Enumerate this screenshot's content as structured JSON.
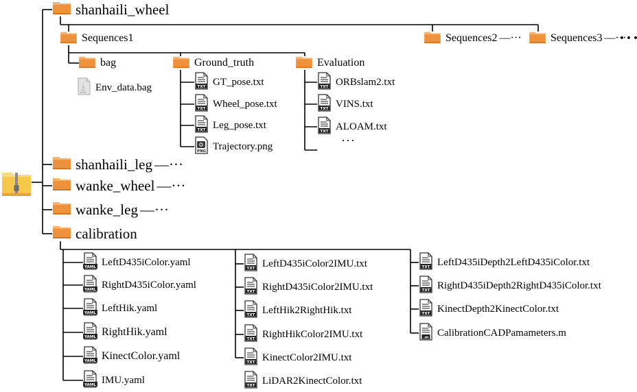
{
  "tree": {
    "root_icon": "zip-folder-icon",
    "top": [
      {
        "label": "shanhaili_wheel",
        "icon": "folder-icon"
      },
      {
        "label": "shanhaili_leg",
        "icon": "folder-icon",
        "trail": "—···"
      },
      {
        "label": "wanke_wheel",
        "icon": "folder-icon",
        "trail": "—···"
      },
      {
        "label": "wanke_leg",
        "icon": "folder-icon",
        "trail": "—···"
      },
      {
        "label": "calibration",
        "icon": "folder-icon"
      }
    ],
    "sequences": [
      {
        "label": "Sequences1",
        "icon": "folder-icon"
      },
      {
        "label": "Sequences2",
        "icon": "folder-icon",
        "trail": "—···"
      },
      {
        "label": "Sequences3",
        "icon": "folder-icon",
        "trail": "—···"
      }
    ],
    "sequences_more": "···",
    "seq1_children": [
      {
        "label": "bag",
        "icon": "folder-icon"
      },
      {
        "label": "Ground_truth",
        "icon": "folder-icon"
      },
      {
        "label": "Evaluation",
        "icon": "folder-icon"
      }
    ],
    "bag_files": [
      {
        "label": "Env_data.bag",
        "icon": "binary-file-icon"
      }
    ],
    "ground_truth_files": [
      {
        "label": "GT_pose.txt",
        "icon": "txt-file-icon",
        "badge": "TXT"
      },
      {
        "label": "Wheel_pose.txt",
        "icon": "txt-file-icon",
        "badge": "TXT"
      },
      {
        "label": "Leg_pose.txt",
        "icon": "txt-file-icon",
        "badge": "TXT"
      },
      {
        "label": "Trajectory.png",
        "icon": "png-file-icon",
        "badge": "PNG"
      }
    ],
    "evaluation_files": [
      {
        "label": "ORBslam2.txt",
        "icon": "txt-file-icon",
        "badge": "TXT"
      },
      {
        "label": "VINS.txt",
        "icon": "txt-file-icon",
        "badge": "TXT"
      },
      {
        "label": "ALOAM.txt",
        "icon": "txt-file-icon",
        "badge": "TXT"
      }
    ],
    "evaluation_more": "···",
    "calibration_col1": [
      {
        "label": "LeftD435iColor.yaml",
        "icon": "yaml-file-icon",
        "badge": "YAML"
      },
      {
        "label": "RightD435iColor.yaml",
        "icon": "yaml-file-icon",
        "badge": "YAML"
      },
      {
        "label": "LeftHik.yaml",
        "icon": "yaml-file-icon",
        "badge": "YAML"
      },
      {
        "label": "RightHik.yaml",
        "icon": "yaml-file-icon",
        "badge": "YAML"
      },
      {
        "label": "KinectColor.yaml",
        "icon": "yaml-file-icon",
        "badge": "YAML"
      },
      {
        "label": "IMU.yaml",
        "icon": "yaml-file-icon",
        "badge": "YAML"
      }
    ],
    "calibration_col2": [
      {
        "label": "LeftD435iColor2IMU.txt",
        "icon": "txt-file-icon",
        "badge": "TXT"
      },
      {
        "label": "RightD435iColor2IMU.txt",
        "icon": "txt-file-icon",
        "badge": "TXT"
      },
      {
        "label": "LeftHik2RightHik.txt",
        "icon": "txt-file-icon",
        "badge": "TXT"
      },
      {
        "label": "RightHikColor2IMU.txt",
        "icon": "txt-file-icon",
        "badge": "TXT"
      },
      {
        "label": "KinectColor2IMU.txt",
        "icon": "txt-file-icon",
        "badge": "TXT"
      },
      {
        "label": "LiDAR2KinectColor.txt",
        "icon": "txt-file-icon",
        "badge": "TXT"
      }
    ],
    "calibration_col3": [
      {
        "label": "LeftD435iDepth2LeftD435iColor.txt",
        "icon": "txt-file-icon",
        "badge": "TXT"
      },
      {
        "label": "RightD435iDepth2RightD435iColor.txt",
        "icon": "txt-file-icon",
        "badge": "TXT"
      },
      {
        "label": "KinectDepth2KinectColor.txt",
        "icon": "txt-file-icon",
        "badge": "TXT"
      },
      {
        "label": "CalibrationCADPamameters.m",
        "icon": "m-file-icon",
        "badge": ".m"
      }
    ],
    "colors": {
      "folder_body": "#f0923b",
      "folder_tab": "#f6b272",
      "folder_shadow": "#d4762a",
      "zip_body": "#f7c84a",
      "zip_zipper": "#8c8c8c",
      "line": "#000000",
      "file_outline": "#333333"
    }
  }
}
